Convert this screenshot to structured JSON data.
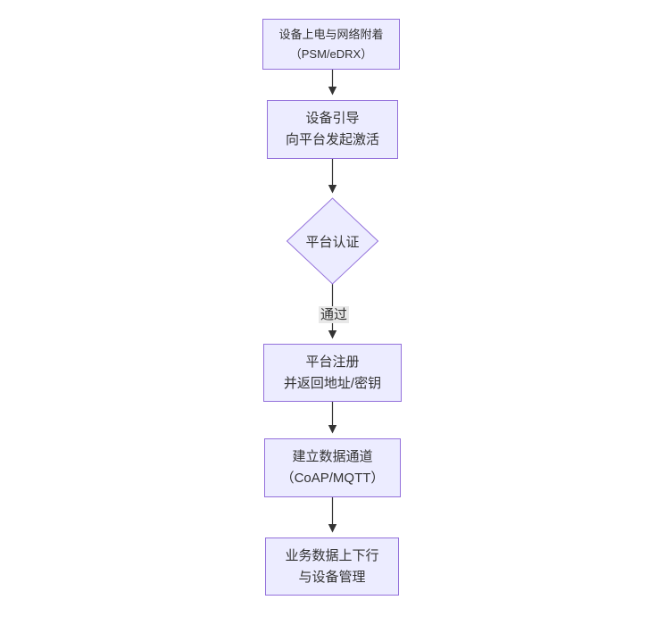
{
  "diagram": {
    "type": "flowchart-top-down",
    "nodes": [
      {
        "id": "power-attach",
        "shape": "rect",
        "lines": [
          "设备上电与网络附着",
          "（PSM/eDRX）"
        ]
      },
      {
        "id": "bootstrap",
        "shape": "rect",
        "lines": [
          "设备引导",
          "向平台发起激活"
        ]
      },
      {
        "id": "platform-auth",
        "shape": "diamond",
        "lines": [
          "平台认证"
        ]
      },
      {
        "id": "register",
        "shape": "rect",
        "lines": [
          "平台注册",
          "并返回地址/密钥"
        ]
      },
      {
        "id": "data-channel",
        "shape": "rect",
        "lines": [
          "建立数据通道",
          "（CoAP/MQTT）"
        ]
      },
      {
        "id": "business-data",
        "shape": "rect",
        "lines": [
          "业务数据上下行",
          "与设备管理"
        ]
      }
    ],
    "edges": [
      {
        "from": "power-attach",
        "to": "bootstrap"
      },
      {
        "from": "bootstrap",
        "to": "platform-auth"
      },
      {
        "from": "platform-auth",
        "to": "register",
        "label": "通过"
      },
      {
        "from": "register",
        "to": "data-channel"
      },
      {
        "from": "data-channel",
        "to": "business-data"
      }
    ],
    "colors": {
      "node_fill": "#ECECFF",
      "node_border": "#9370DB",
      "text": "#333333",
      "arrow": "#333333",
      "edge_label_bg": "#e8e8e8",
      "background": "#ffffff"
    }
  }
}
